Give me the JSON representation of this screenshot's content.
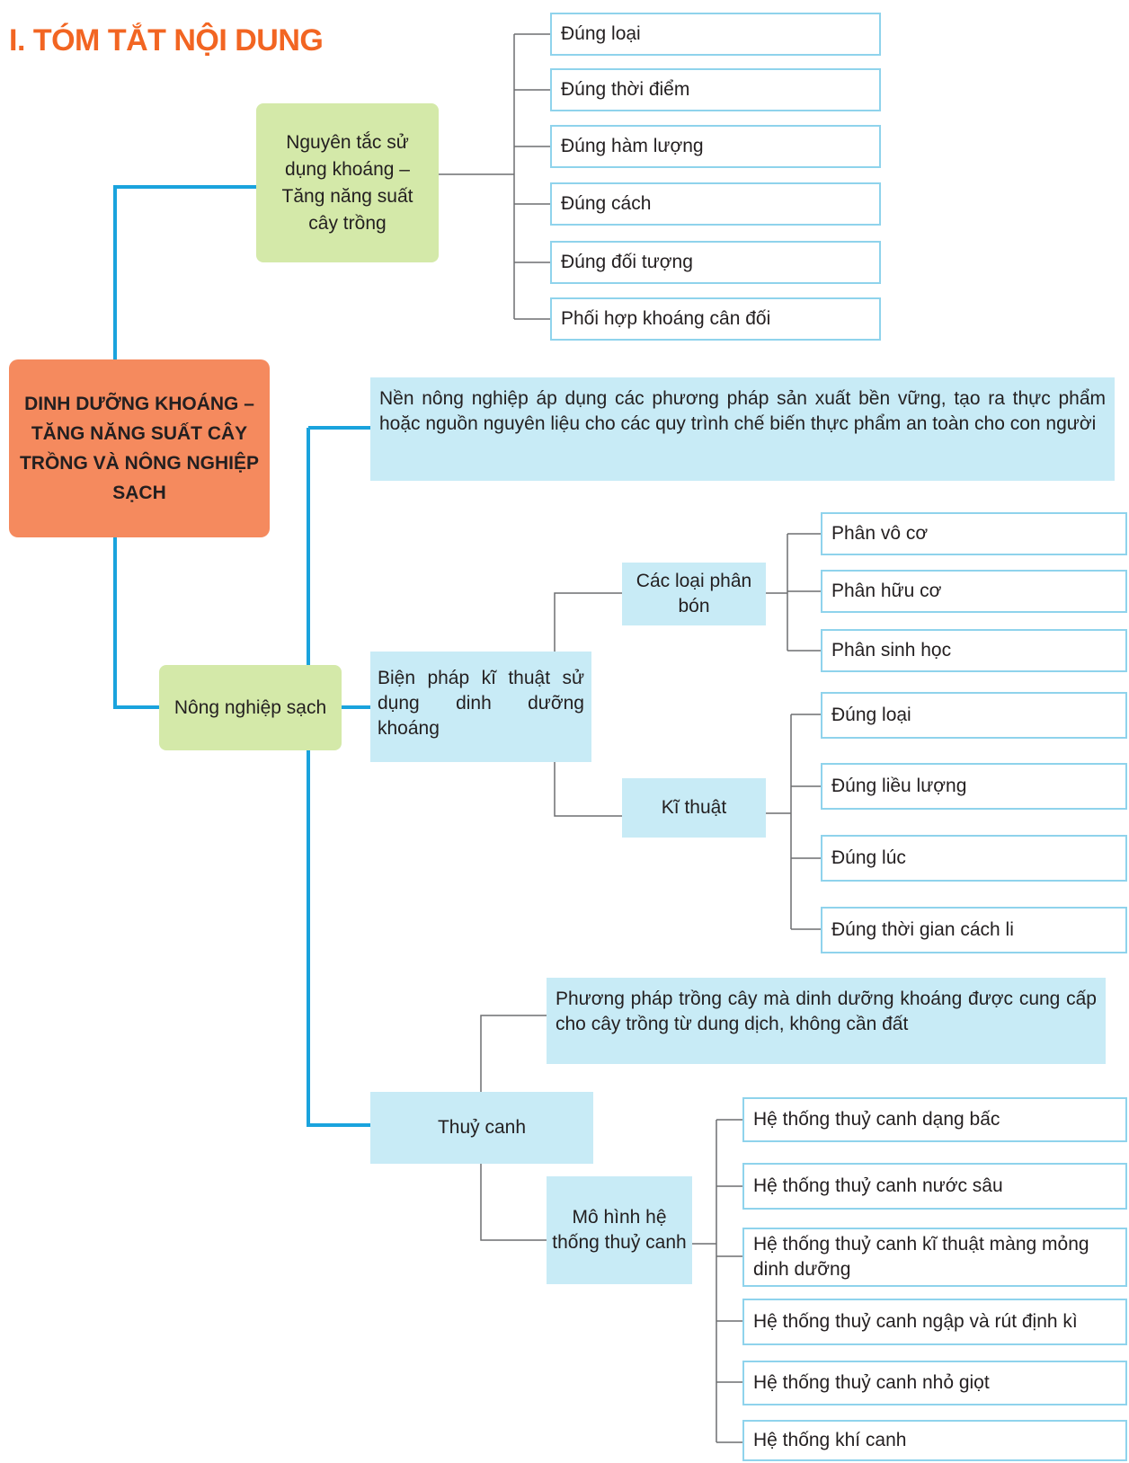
{
  "title": "I. TÓM TẮT NỘI DUNG",
  "root": "DINH DƯỠNG KHOÁNG – TĂNG NĂNG SUẤT CÂY TRỒNG VÀ NÔNG NGHIỆP SẠCH",
  "branch1": {
    "label": "Nguyên tắc sử dụng khoáng – Tăng năng suất cây trồng",
    "leaves": [
      "Đúng loại",
      "Đúng thời điểm",
      "Đúng hàm lượng",
      "Đúng cách",
      "Đúng đối tượng",
      "Phối hợp khoáng cân đối"
    ]
  },
  "branch2": {
    "label": "Nông nghiệp sạch",
    "definition": "Nền nông nghiệp áp dụng các phương pháp sản xuất bền vững, tạo ra thực phẩm hoặc nguồn nguyên liệu cho các quy trình chế biến thực phẩm an toàn cho con người",
    "bienphap": {
      "label": "Biện pháp kĩ thuật sử dụng dinh dưỡng khoáng",
      "phanbon": {
        "label": "Các loại phân bón",
        "leaves": [
          "Phân vô cơ",
          "Phân hữu cơ",
          "Phân sinh học"
        ]
      },
      "kithuat": {
        "label": "Kĩ thuật",
        "leaves": [
          "Đúng loại",
          "Đúng liều lượng",
          "Đúng lúc",
          "Đúng thời gian cách li"
        ]
      }
    },
    "thuycanh": {
      "label": "Thuỷ canh",
      "definition": "Phương pháp trồng cây mà dinh dưỡng khoáng được cung cấp cho cây trồng từ dung dịch, không cần đất",
      "mohinh": {
        "label": "Mô hình hệ thống thuỷ canh",
        "leaves": [
          "Hệ thống thuỷ canh dạng bấc",
          "Hệ thống thuỷ canh nước sâu",
          "Hệ thống thuỷ canh kĩ thuật màng mỏng dinh dưỡng",
          "Hệ thống thuỷ canh ngập và rút định kì",
          "Hệ thống thuỷ canh nhỏ giọt",
          "Hệ thống khí canh"
        ]
      }
    }
  },
  "colors": {
    "title": "#f26522",
    "root_fill": "#f58a5e",
    "green_fill": "#d4e9a9",
    "blue_fill": "#c8ebf6",
    "leaf_border": "#8fd3ec",
    "main_connector": "#1aa3dd",
    "sub_connector": "#6d6e71"
  }
}
